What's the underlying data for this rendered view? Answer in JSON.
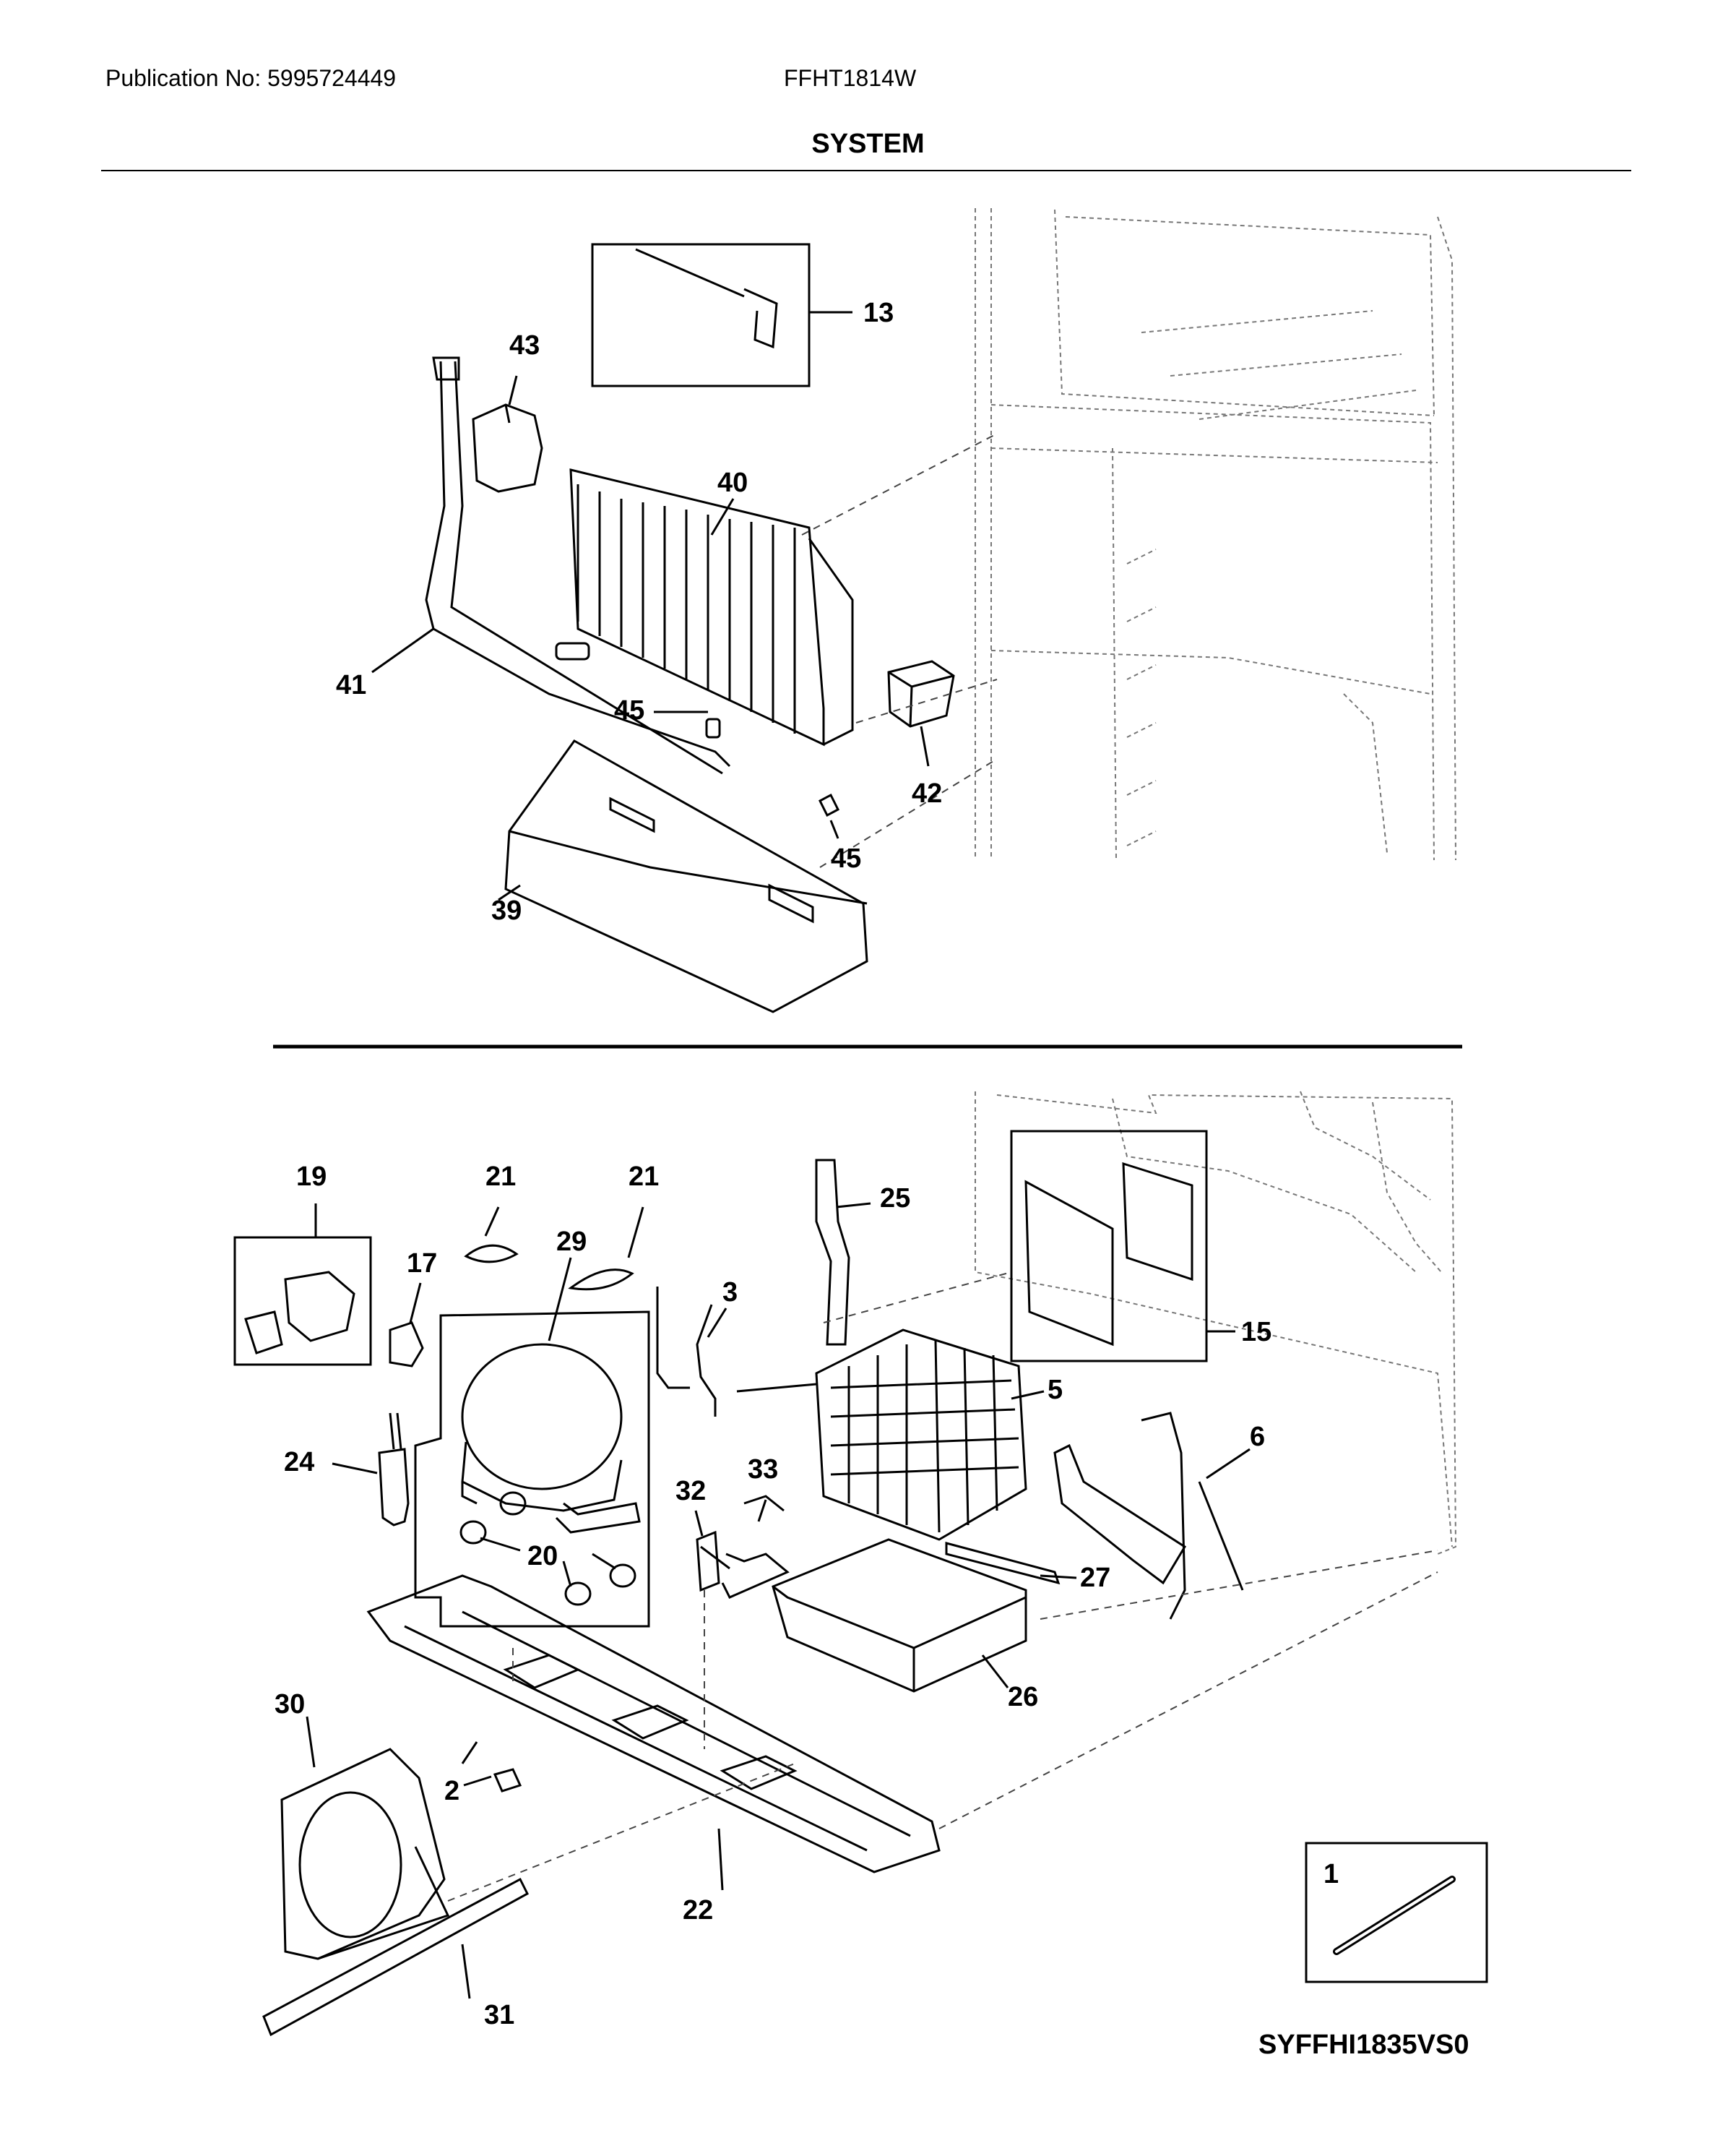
{
  "header": {
    "publication": "Publication No: 5995724449",
    "model": "FFHT1814W",
    "section_title": "SYSTEM"
  },
  "diagram": {
    "callouts": [
      "13",
      "43",
      "40",
      "41",
      "45",
      "45",
      "42",
      "39",
      "19",
      "21",
      "21",
      "29",
      "17",
      "3",
      "25",
      "15",
      "5",
      "6",
      "24",
      "32",
      "33",
      "20",
      "27",
      "26",
      "30",
      "2",
      "22",
      "31",
      "1"
    ],
    "drawing_code": "SYFFHI1835VS0"
  }
}
